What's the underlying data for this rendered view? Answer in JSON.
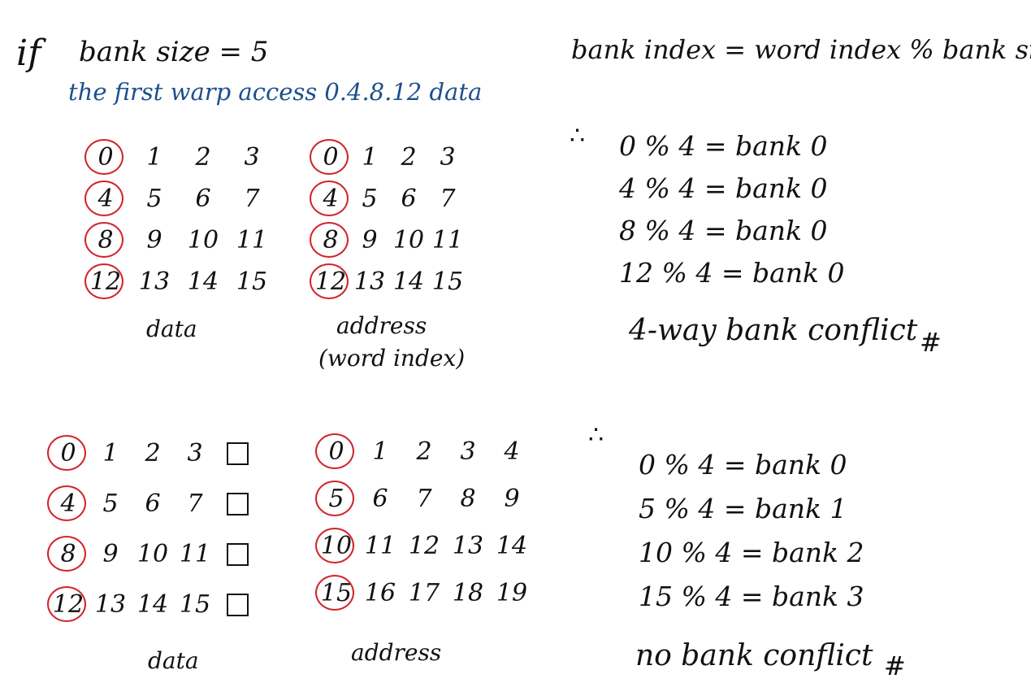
{
  "header": {
    "if": "if",
    "bank_size_line": "bank size = 5",
    "subtitle": "the first warp access 0.4.8.12 data",
    "formula": "bank index = word index % bank size"
  },
  "top": {
    "data_grid": {
      "rows": [
        [
          "0",
          "1",
          "2",
          "3"
        ],
        [
          "4",
          "5",
          "6",
          "7"
        ],
        [
          "8",
          "9",
          "10",
          "11"
        ],
        [
          "12",
          "13",
          "14",
          "15"
        ]
      ],
      "circled": [
        "0",
        "4",
        "8",
        "12"
      ],
      "caption": "data"
    },
    "address_grid": {
      "rows": [
        [
          "0",
          "1",
          "2",
          "3"
        ],
        [
          "4",
          "5",
          "6",
          "7"
        ],
        [
          "8",
          "9",
          "10",
          "11"
        ],
        [
          "12",
          "13",
          "14",
          "15"
        ]
      ],
      "circled": [
        "0",
        "4",
        "8",
        "12"
      ],
      "caption": "address",
      "caption2": "(word index)"
    },
    "therefore": "∴",
    "equations": [
      "0 % 4 = bank 0",
      "4 % 4 = bank 0",
      "8 % 4 = bank 0",
      "12 % 4 = bank 0"
    ],
    "conclusion": "4-way bank conflict",
    "hash": "#"
  },
  "bottom": {
    "data_grid": {
      "rows": [
        [
          "0",
          "1",
          "2",
          "3",
          ""
        ],
        [
          "4",
          "5",
          "6",
          "7",
          ""
        ],
        [
          "8",
          "9",
          "10",
          "11",
          ""
        ],
        [
          "12",
          "13",
          "14",
          "15",
          ""
        ]
      ],
      "circled": [
        "0",
        "4",
        "8",
        "12"
      ],
      "caption": "data"
    },
    "address_grid": {
      "rows": [
        [
          "0",
          "1",
          "2",
          "3",
          "4"
        ],
        [
          "5",
          "6",
          "7",
          "8",
          "9"
        ],
        [
          "10",
          "11",
          "12",
          "13",
          "14"
        ],
        [
          "15",
          "16",
          "17",
          "18",
          "19"
        ]
      ],
      "circled": [
        "0",
        "5",
        "10",
        "15"
      ],
      "caption": "address"
    },
    "therefore": "∴",
    "equations": [
      "0 % 4 = bank 0",
      "5 % 4 = bank 1",
      "10 % 4 = bank 2",
      "15 % 4 = bank 3"
    ],
    "conclusion": "no bank conflict",
    "hash": "#"
  },
  "colors": {
    "ink": "#111111",
    "circle": "#d2232a",
    "subtitle": "#1d4f8c"
  }
}
